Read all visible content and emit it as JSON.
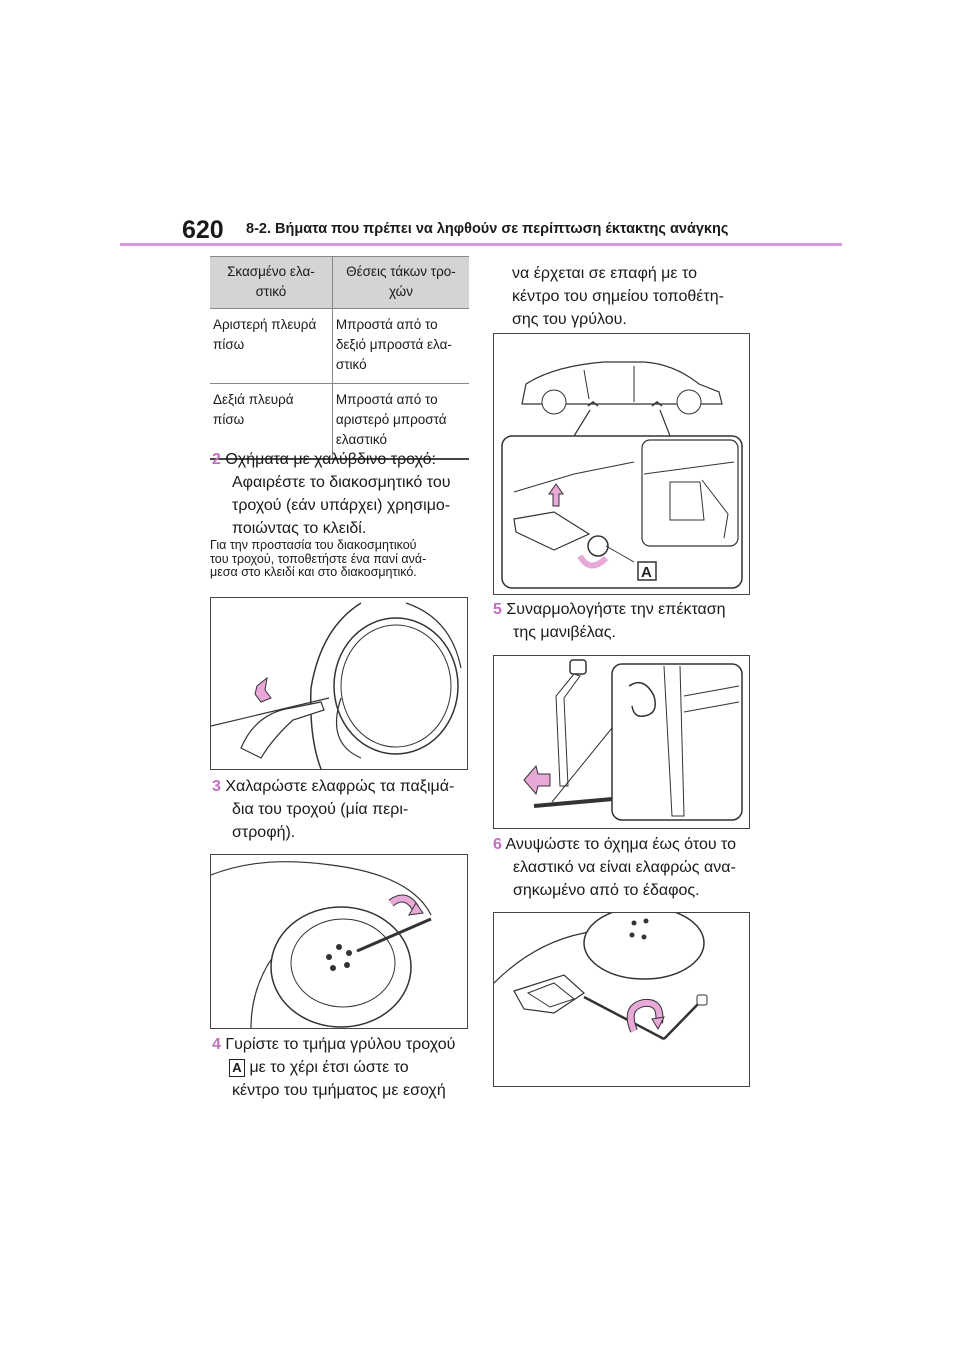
{
  "header": {
    "page_number": "620",
    "section_title": "8-2. Βήματα που πρέπει να ληφθούν σε περίπτωση έκτακτης ανάγκης"
  },
  "table": {
    "headers": [
      "Σκασμένο ελα-\nστικό",
      "Θέσεις τάκων τρο-\nχών"
    ],
    "rows": [
      [
        "Αριστερή πλευρά\nπίσω",
        "Μπροστά από το\nδεξιό μπροστά ελα-\nστικό"
      ],
      [
        "Δεξιά πλευρά\nπίσω",
        "Μπροστά από το\nαριστερό μπροστά\nελαστικό"
      ]
    ]
  },
  "steps": {
    "s2": {
      "num": "2",
      "lines": [
        "Οχήματα με χαλύβδινο τροχό:",
        "Αφαιρέστε το διακοσμητικό του",
        "τροχού (εάν υπάρχει) χρησιμο-",
        "ποιώντας το κλειδί."
      ]
    },
    "note2": [
      "Για την προστασία του διακοσμητικού",
      "του τροχού, τοποθετήστε ένα πανί ανά-",
      "μεσα στο κλειδί και στο διακοσμητικό."
    ],
    "s3": {
      "num": "3",
      "lines": [
        "Χαλαρώστε ελαφρώς τα παξιμά-",
        "δια του τροχού (μία περι-",
        "στροφή)."
      ]
    },
    "s4": {
      "num": "4",
      "line1": "Γυρίστε το τμήμα γρύλου τροχού",
      "line2": "με το χέρι έτσι ώστε το",
      "line3": "κέντρο του τμήματος με εσοχή",
      "label": "A"
    },
    "s4_cont": [
      "να έρχεται σε επαφή με το",
      "κέντρο του σημείου τοποθέτη-",
      "σης του γρύλου."
    ],
    "s5": {
      "num": "5",
      "lines": [
        "Συναρμολογήστε την επέκταση",
        "της μανιβέλας."
      ]
    },
    "s6": {
      "num": "6",
      "lines": [
        "Ανυψώστε το όχημα έως ότου το",
        "ελαστικό να είναι ελαφρώς ανα-",
        "σηκωμένο από το έδαφος."
      ]
    }
  },
  "figures": {
    "jack_figure_label": "A"
  },
  "colors": {
    "accent": "#c070c0",
    "rule": "#d99ad9",
    "arrow_fill": "#e8a8d8"
  }
}
